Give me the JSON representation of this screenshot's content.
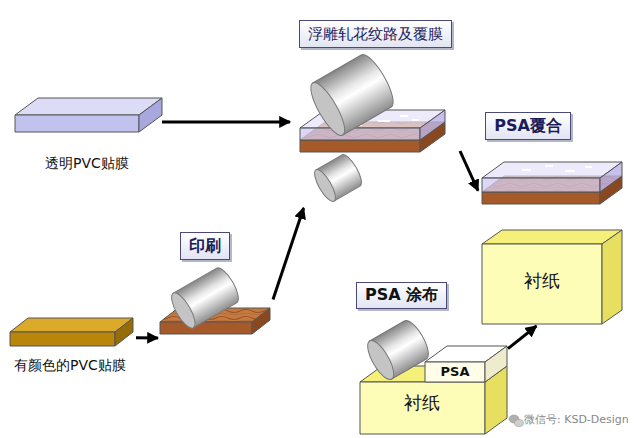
{
  "diagram": {
    "nodes": [
      {
        "text": [
          "透明PVC贴膜"
        ]
      },
      {
        "text": [
          "有颜色的PVC贴膜"
        ]
      },
      {
        "text": [
          "印刷"
        ]
      },
      {
        "text": [
          "浮雕轧花纹路及覆膜"
        ]
      },
      {
        "text": [
          "PSA覆合"
        ]
      },
      {
        "text": [
          "衬纸"
        ]
      },
      {
        "text": [
          "PSA 涂布"
        ]
      },
      {
        "text": [
          "衬纸"
        ]
      },
      {
        "text": [
          "PSA"
        ],
        "in": 7
      }
    ],
    "edges": [
      {
        "from": 0,
        "to": 3,
        "arrow": "to"
      },
      {
        "from": 1,
        "to": 2,
        "arrow": "to"
      },
      {
        "from": 2,
        "to": 3,
        "arrow": "to"
      },
      {
        "from": 3,
        "to": 4,
        "arrow": "to"
      },
      {
        "from": 7,
        "to": 5,
        "arrow": "to"
      }
    ],
    "labels": [
      "微信号: KSD-Design"
    ]
  }
}
